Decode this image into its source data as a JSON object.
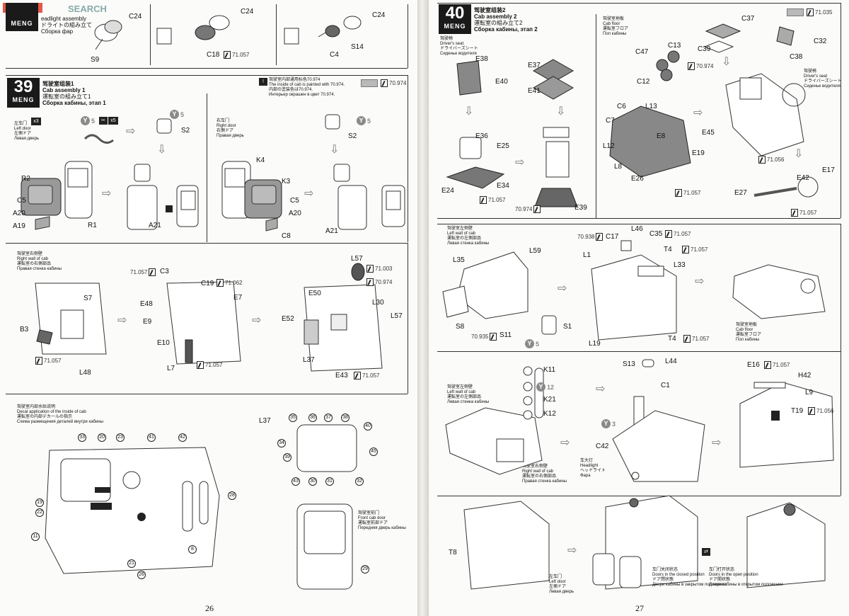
{
  "watermark": "SEARCH",
  "left_page": {
    "page_number": "26",
    "top_strip": {
      "headlight_en": "eadlight assembly",
      "headlight_jp": "ドライトの組み立て",
      "headlight_ru": "Сборка фар",
      "labels": {
        "c24a": "C24",
        "s9": "S9",
        "c24b": "C24",
        "c18": "C18",
        "paint": "71.057",
        "c24c": "C24",
        "c4": "C4",
        "s14": "S14"
      }
    },
    "step39": {
      "number": "39",
      "brand": "MENG",
      "title_cn": "驾驶室组装1",
      "title_en": "Cab assembly 1",
      "title_jp": "運転室の組み立て1",
      "title_ru": "Сборка кабины, этап 1",
      "notice_cn": "驾驶室内部通用标色70.974",
      "notice_en": "The inside of cab is painted with 70.974.",
      "notice_jp": "内部の塗装色は70.974.",
      "notice_ru": "Интерьер окрашен в цвет 70.974.",
      "notice_paint": "70.974",
      "left_door": {
        "cn": "左车门",
        "en": "Left door",
        "jp": "左側ドア",
        "ru": "Левая дверь",
        "qty": "x3"
      },
      "right_door": {
        "cn": "右车门",
        "en": "Right door",
        "jp": "右側ドア",
        "ru": "Правая дверь"
      },
      "badges": {
        "y5a": "5",
        "x5": "x5",
        "y5b": "5",
        "y5c": "5"
      },
      "labels": {
        "s2a": "S2",
        "r2": "R2",
        "c5a": "C5",
        "a20a": "A20",
        "a19": "A19",
        "r1": "R1",
        "a21a": "A21",
        "k4": "K4",
        "k3": "K3",
        "c5b": "C5",
        "a20b": "A20",
        "c8": "C8",
        "s2b": "S2",
        "a21b": "A21"
      }
    },
    "right_wall": {
      "cn": "驾驶室右侧壁",
      "en": "Right wall of cab",
      "jp": "運転室の右側部品",
      "ru": "Правая стенка кабины",
      "labels": {
        "s7": "S7",
        "b3": "B3",
        "l48": "L48",
        "c3": "C3",
        "e48": "E48",
        "e9": "E9",
        "e10": "E10",
        "l7": "L7",
        "c19": "C19",
        "e7": "E7",
        "e50": "E50",
        "l30": "L30",
        "l57a": "L57",
        "e52": "E52",
        "l37": "L37",
        "e43": "E43",
        "l57b": "L57"
      },
      "paints": {
        "p1": "71.057",
        "p2": "71.057",
        "p3": "71.062",
        "p4": "71.057",
        "p5": "71.003",
        "p6": "70.974",
        "p7": "71.057"
      }
    },
    "decal": {
      "cn": "驾驶室内部水贴说明",
      "en": "Decal application of the inside of cab",
      "jp": "運転室の内部デカールの指示",
      "ru": "Схема размещения деталей внутри кабины",
      "l37": "L37",
      "front_door_cn": "驾驶室前门",
      "front_door_en": "Front cab door",
      "front_door_jp": "運転室前部ドア",
      "front_door_ru": "Передняя дверь кабины",
      "numbers_main": [
        "33",
        "20",
        "23",
        "41",
        "42",
        "28",
        "19",
        "22",
        "11",
        "21",
        "26",
        "8"
      ],
      "numbers_l37": [
        "35",
        "36",
        "37",
        "38",
        "40",
        "34",
        "45",
        "39",
        "43",
        "30",
        "31",
        "32"
      ],
      "number_door": "29"
    }
  },
  "right_page": {
    "page_number": "27",
    "step40": {
      "number": "40",
      "brand": "MENG",
      "title_cn": "驾驶室组装2",
      "title_en": "Cab assembly 2",
      "title_jp": "運転室の組み立て2",
      "title_ru": "Сборка кабины, этап 2",
      "top_paint": "71.035",
      "seat": {
        "cn": "驾驶椅",
        "en": "Driver's seat",
        "jp": "ドライバーズシート",
        "ru": "Сиденье водителя"
      },
      "floor": {
        "cn": "驾驶室地板",
        "en": "Cab floor",
        "jp": "運転室フロア",
        "ru": "Пол кабины"
      },
      "seat2": {
        "cn": "驾驶椅",
        "en": "Driver's seat",
        "jp": "ドライバーズシート",
        "ru": "Сиденье водителя"
      },
      "labels": {
        "e38": "E38",
        "e40": "E40",
        "e37": "E37",
        "e41": "E41",
        "e36": "E36",
        "e25": "E25",
        "e24": "E24",
        "e34": "E34",
        "e39": "E39",
        "c37": "C37",
        "c39": "C39",
        "c32": "C32",
        "c38": "C38",
        "c47": "C47",
        "c13": "C13",
        "c12": "C12",
        "c6": "C6",
        "l13": "L13",
        "c7": "C7",
        "l12": "L12",
        "e8": "E8",
        "e19": "E19",
        "l8": "L8",
        "e26": "E26",
        "e45": "E45",
        "e42": "E42",
        "e17": "E17",
        "e27": "E27"
      },
      "paints": {
        "p1": "71.057",
        "p2": "70.974",
        "p3": "70.974",
        "p4": "71.056",
        "p5": "71.057",
        "p6": "71.057"
      }
    },
    "left_wall": {
      "cn": "驾驶室左侧壁",
      "en": "Left wall of cab",
      "jp": "運転室の左側部品",
      "ru": "Левая стенка кабины",
      "labels": {
        "l59": "L59",
        "l35": "L35",
        "s8": "S8",
        "s11": "S11",
        "s1": "S1",
        "c17": "C17",
        "l46": "L46",
        "c35": "C35",
        "t4a": "T4",
        "l1": "L1",
        "l33": "L33",
        "l19": "L19",
        "t4b": "T4"
      },
      "paints": {
        "p1": "70.935",
        "p2": "70.938",
        "p3": "71.057",
        "p4": "71.057",
        "p5": "71.057"
      },
      "badge_y5": "5",
      "floor_cn": "驾驶室地板",
      "floor_en": "Cab floor",
      "floor_jp": "運転室フロア",
      "floor_ru": "Пол кабины"
    },
    "headlight": {
      "labels": {
        "k11": "K11",
        "k21": "K21",
        "k12": "K12",
        "s13": "S13",
        "l44": "L44",
        "c1": "C1",
        "c42": "C42",
        "e16": "E16",
        "h42": "H42",
        "l9": "L9",
        "t19": "T19"
      },
      "badge_y12": "12",
      "badge_y3": "3",
      "paints": {
        "p1": "71.057",
        "p2": "71.056"
      },
      "left_wall_cn": "驾驶室左侧壁",
      "left_wall_en": "Left wall of cab",
      "left_wall_jp": "運転室の左側部品",
      "left_wall_ru": "Левая стенка кабины",
      "right_wall_cn": "驾驶室右侧壁",
      "right_wall_en": "Right wall of cab",
      "right_wall_jp": "運転室の右側部品",
      "right_wall_ru": "Правая стенка кабины",
      "headlight_cn": "车大灯",
      "headlight_en": "Headlight",
      "headlight_jp": "ヘッドライト",
      "headlight_ru": "Фара"
    },
    "doors": {
      "t8": "T8",
      "left_door_cn": "左车门",
      "left_door_en": "Left door",
      "left_door_jp": "左側ドア",
      "left_door_ru": "Левая дверь",
      "closed_cn": "车门关闭状态",
      "closed_en": "Doors in the closed position",
      "closed_jp": "ドア閉状態",
      "closed_ru": "Двери кабины в закрытом положении",
      "open_cn": "车门打开状态",
      "open_en": "Doors in the open position",
      "open_jp": "ドア開状態",
      "open_ru": "Двери кабины в открытом положении"
    }
  }
}
